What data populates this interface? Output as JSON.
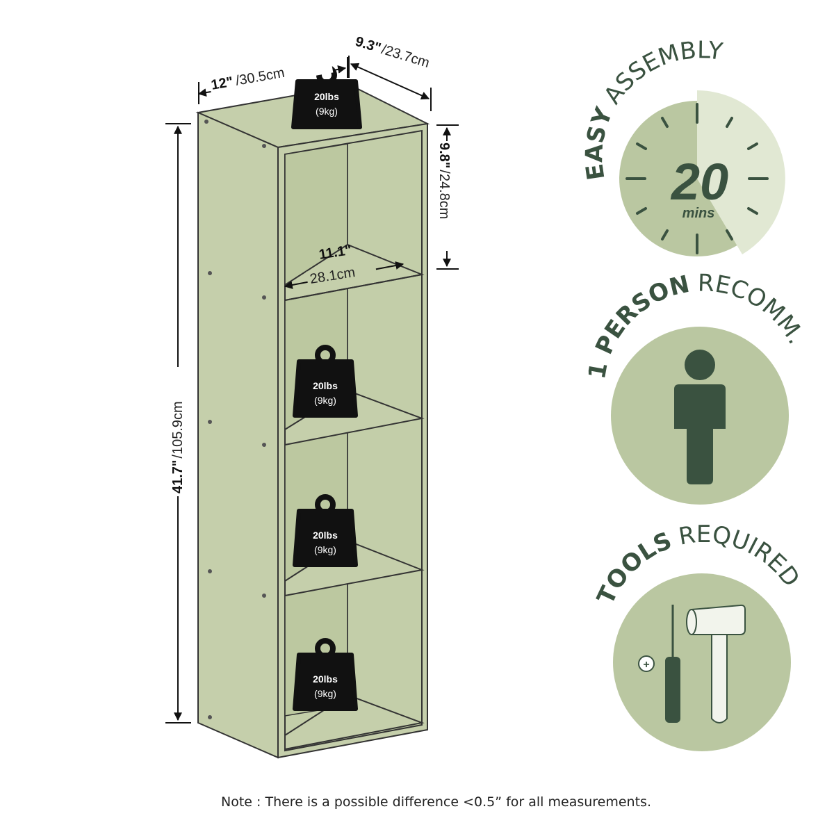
{
  "dimensions": {
    "width": {
      "inch": "12\"",
      "cm": "/30.5cm"
    },
    "depth": {
      "inch": "9.3\"",
      "cm": "/23.7cm"
    },
    "cube_height": {
      "inch": "9.8\"",
      "cm": "/24.8cm"
    },
    "inner_width": {
      "inch": "11.1\"",
      "cm": "28.1cm"
    },
    "total_height": {
      "inch": "41.7\"",
      "cm": "/105.9cm"
    }
  },
  "weight_capacity": {
    "lbs": "20lbs",
    "kg": "(9kg)"
  },
  "badges": {
    "assembly": {
      "bold": "EASY",
      "regular": "ASSEMBLY",
      "number": "20",
      "unit": "mins",
      "icon": "clock-icon"
    },
    "person": {
      "bold": "1 PERSON",
      "regular": "RECOMM.",
      "icon": "person-icon"
    },
    "tools": {
      "bold": "TOOLS",
      "regular": "REQUIRED",
      "icon": "tools-icon"
    }
  },
  "note": "Note : There is a possible difference <0.5” for all measurements.",
  "colors": {
    "shelf": "#c5cfab",
    "badge_fill": "#bac7a1",
    "badge_light": "#e1e8d3",
    "badge_dark": "#3a5240",
    "outline": "#333333"
  }
}
